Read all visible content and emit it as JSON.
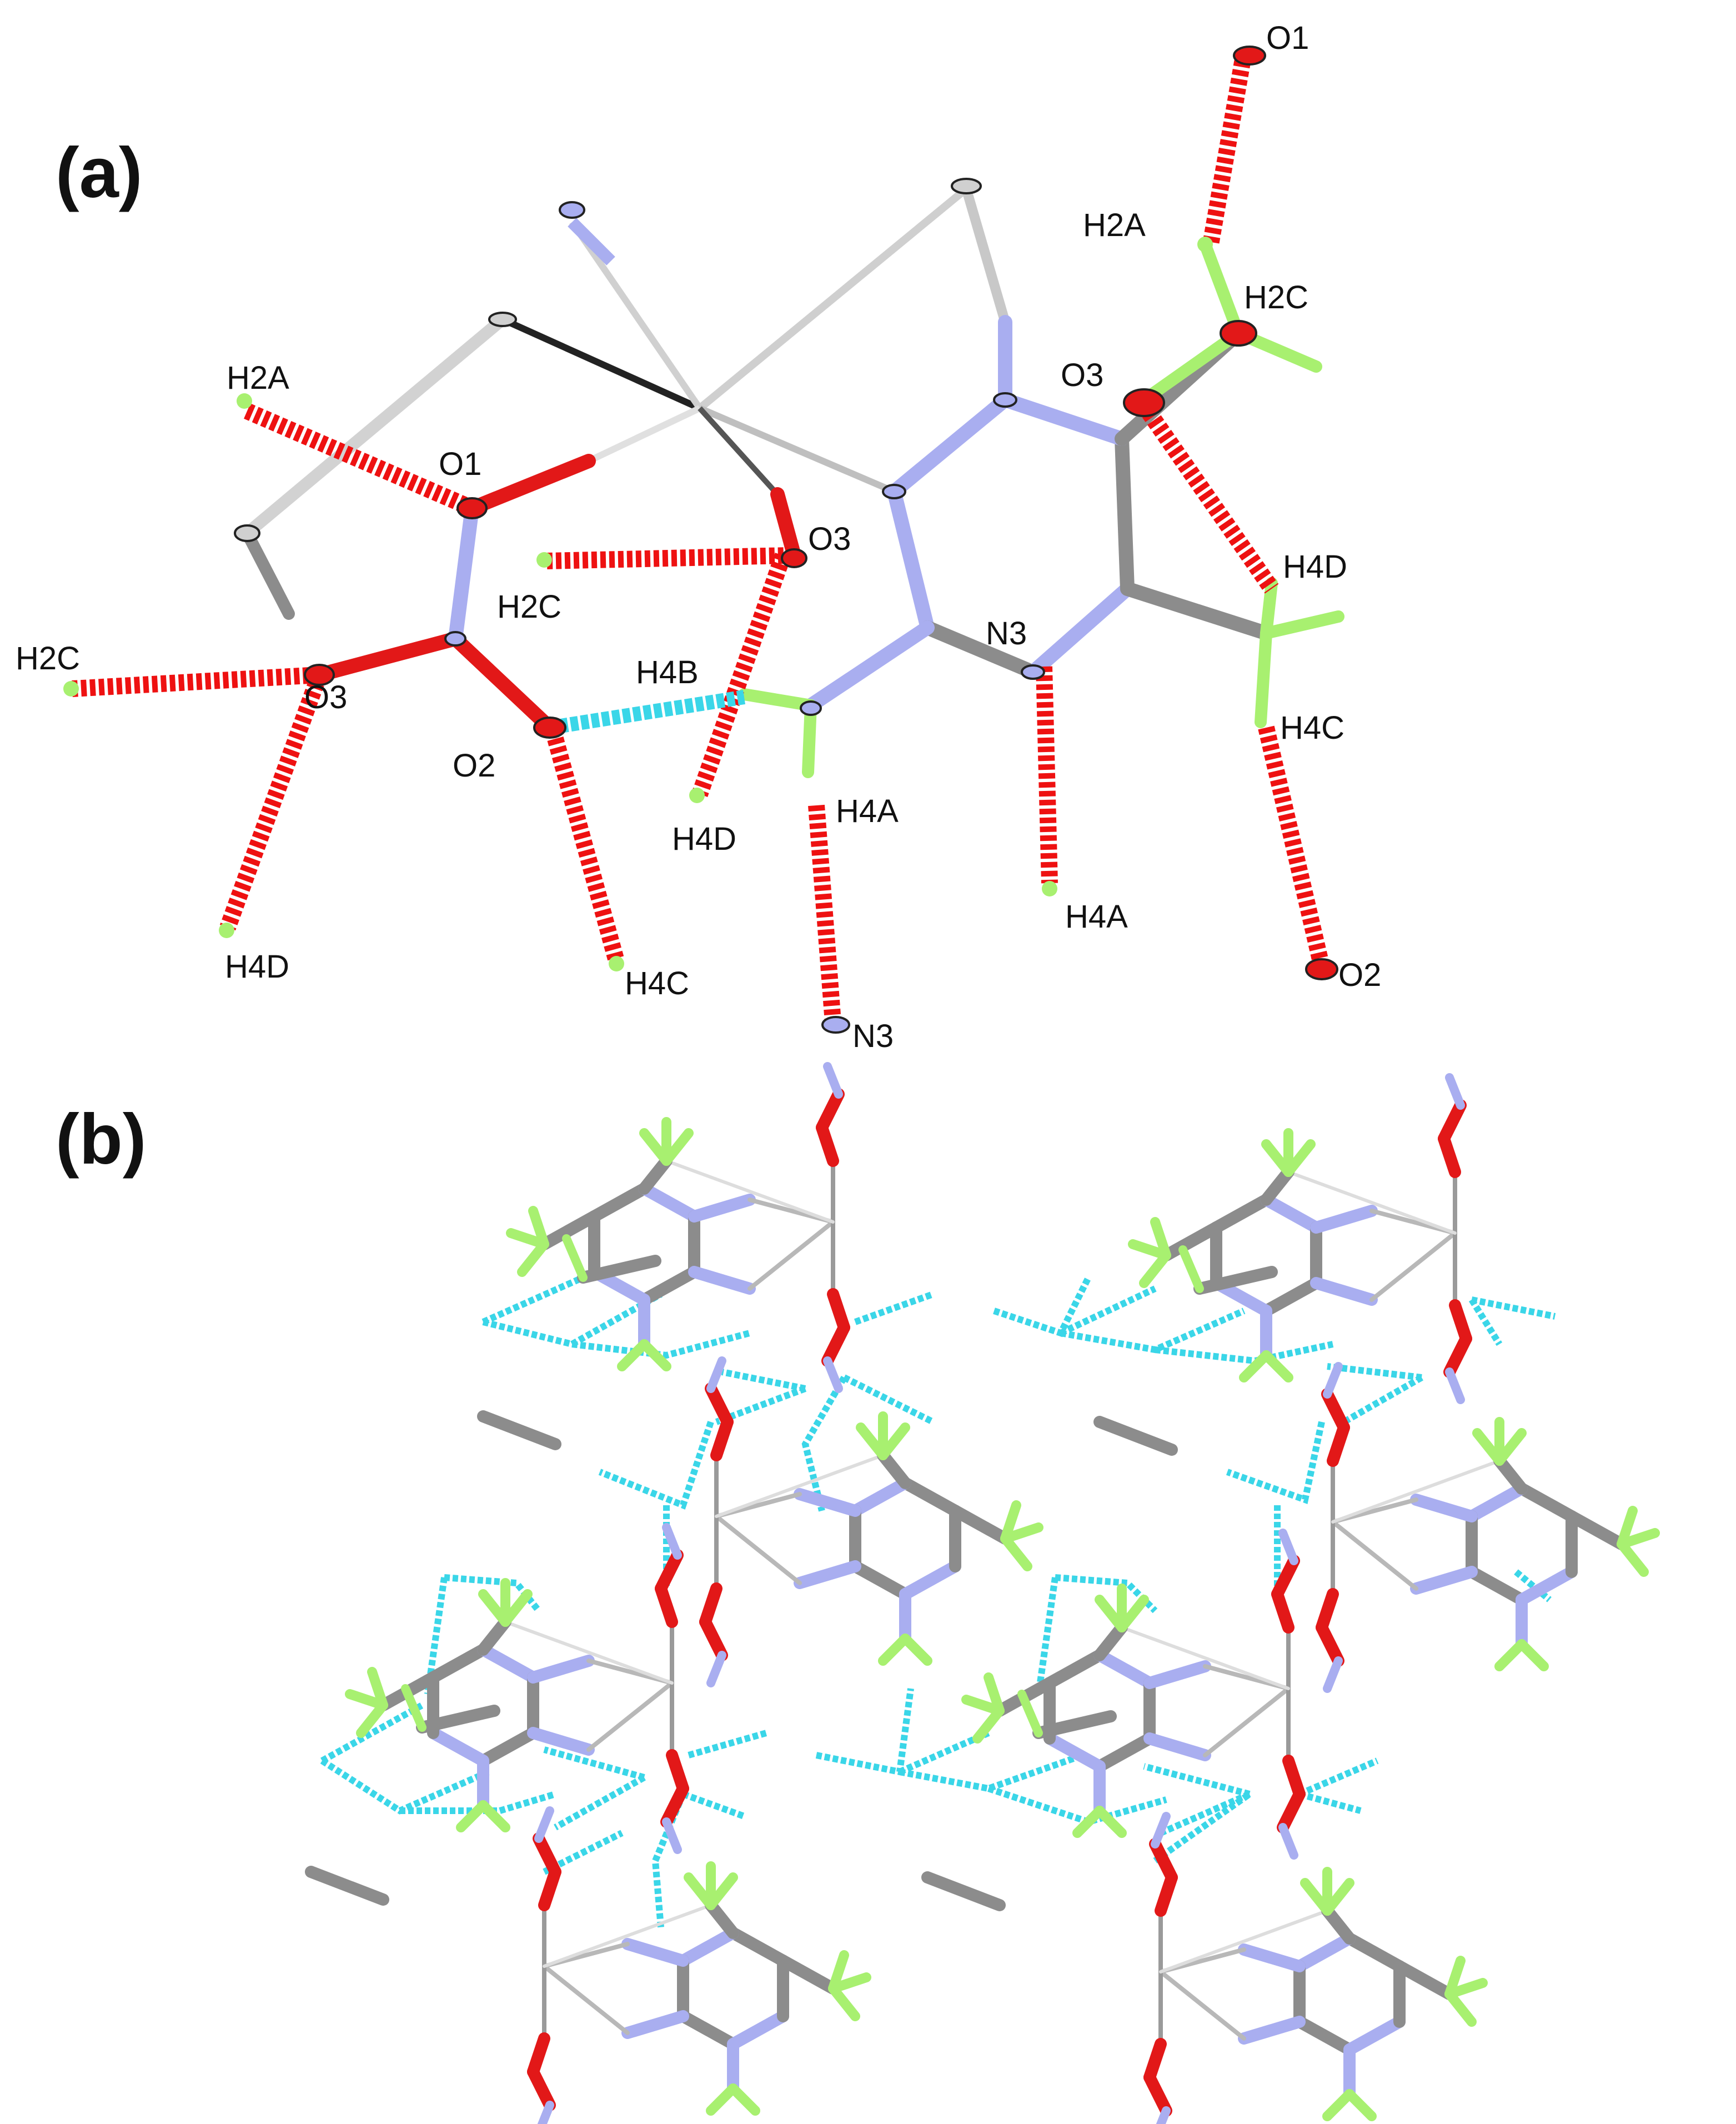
{
  "panels": [
    {
      "id": "a",
      "label": "(a)"
    },
    {
      "id": "b",
      "label": "(b)"
    }
  ],
  "colors": {
    "carbon": "#8c8c8c",
    "carbon_light": "#c4c4c4",
    "metal": "#9a9a9a",
    "nitrogen": "#a9aef0",
    "oxygen": "#e21818",
    "hydrogen": "#a8f070",
    "hbond_main": "#3ad6e8",
    "hbond_red": "#ee1111",
    "outline": "#222222"
  },
  "atom_labels": {
    "O1_top": "O1",
    "H2A_top": "H2A",
    "H2C_top": "H2C",
    "O3_top": "O3",
    "H2A_left": "H2A",
    "O1_mid": "O1",
    "O3_mid": "O3",
    "H2C_mid": "H2C",
    "H4D_right": "H4D",
    "N3_mid": "N3",
    "H4B": "H4B",
    "H2C_left": "H2C",
    "O3_left": "O3",
    "O2_mid": "O2",
    "H4C_right": "H4C",
    "H4A_mid": "H4A",
    "H4D_mid": "H4D",
    "H4A_right": "H4A",
    "H4D_left": "H4D",
    "H4C_mid": "H4C",
    "O2_right": "O2",
    "N3_bottom": "N3"
  }
}
